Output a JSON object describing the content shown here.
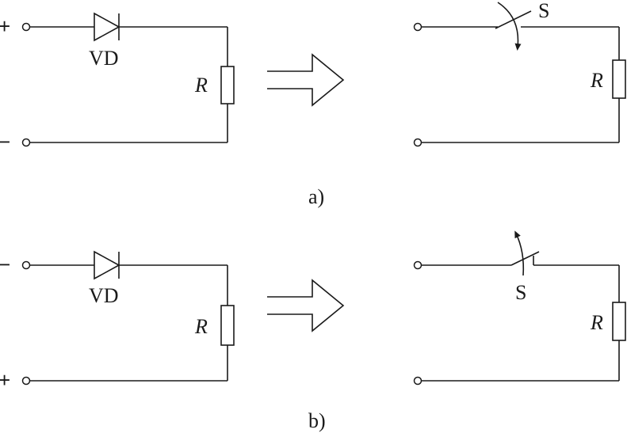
{
  "panel_a": {
    "caption": "a)",
    "left": {
      "top_sign": "+",
      "bottom_sign": "−",
      "diode_label": "VD",
      "resistor_label": "R"
    },
    "right": {
      "switch_label": "S",
      "resistor_label": "R"
    }
  },
  "panel_b": {
    "caption": "b)",
    "left": {
      "top_sign": "−",
      "bottom_sign": "+",
      "diode_label": "VD",
      "resistor_label": "R"
    },
    "right": {
      "switch_label": "S",
      "resistor_label": "R"
    }
  }
}
